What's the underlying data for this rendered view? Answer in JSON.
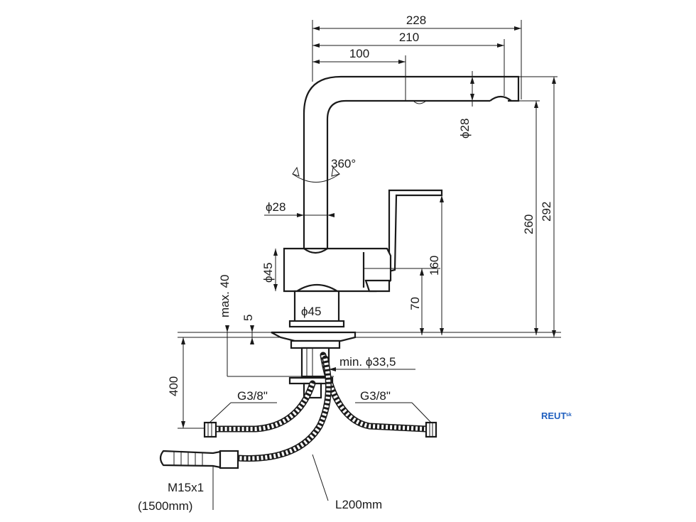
{
  "dimensions": {
    "d228": "228",
    "d210": "210",
    "d100": "100",
    "d28_top": "ϕ28",
    "d360": "360°",
    "d28_mid": "ϕ28",
    "d260": "260",
    "d292": "292",
    "d45_left": "ϕ45",
    "d160": "160",
    "d_max40": "max. 40",
    "d70": "70",
    "d5": "5",
    "d45_bottom": "ϕ45",
    "d_min335": "min. ϕ33,5",
    "d400": "400",
    "g38_left": "G3/8\"",
    "g38_right": "G3/8\"",
    "m15": "M15x1",
    "m15_len": "(1500mm)",
    "l200": "L200mm"
  },
  "logo": {
    "main": "REUT",
    "sub": "sk"
  }
}
